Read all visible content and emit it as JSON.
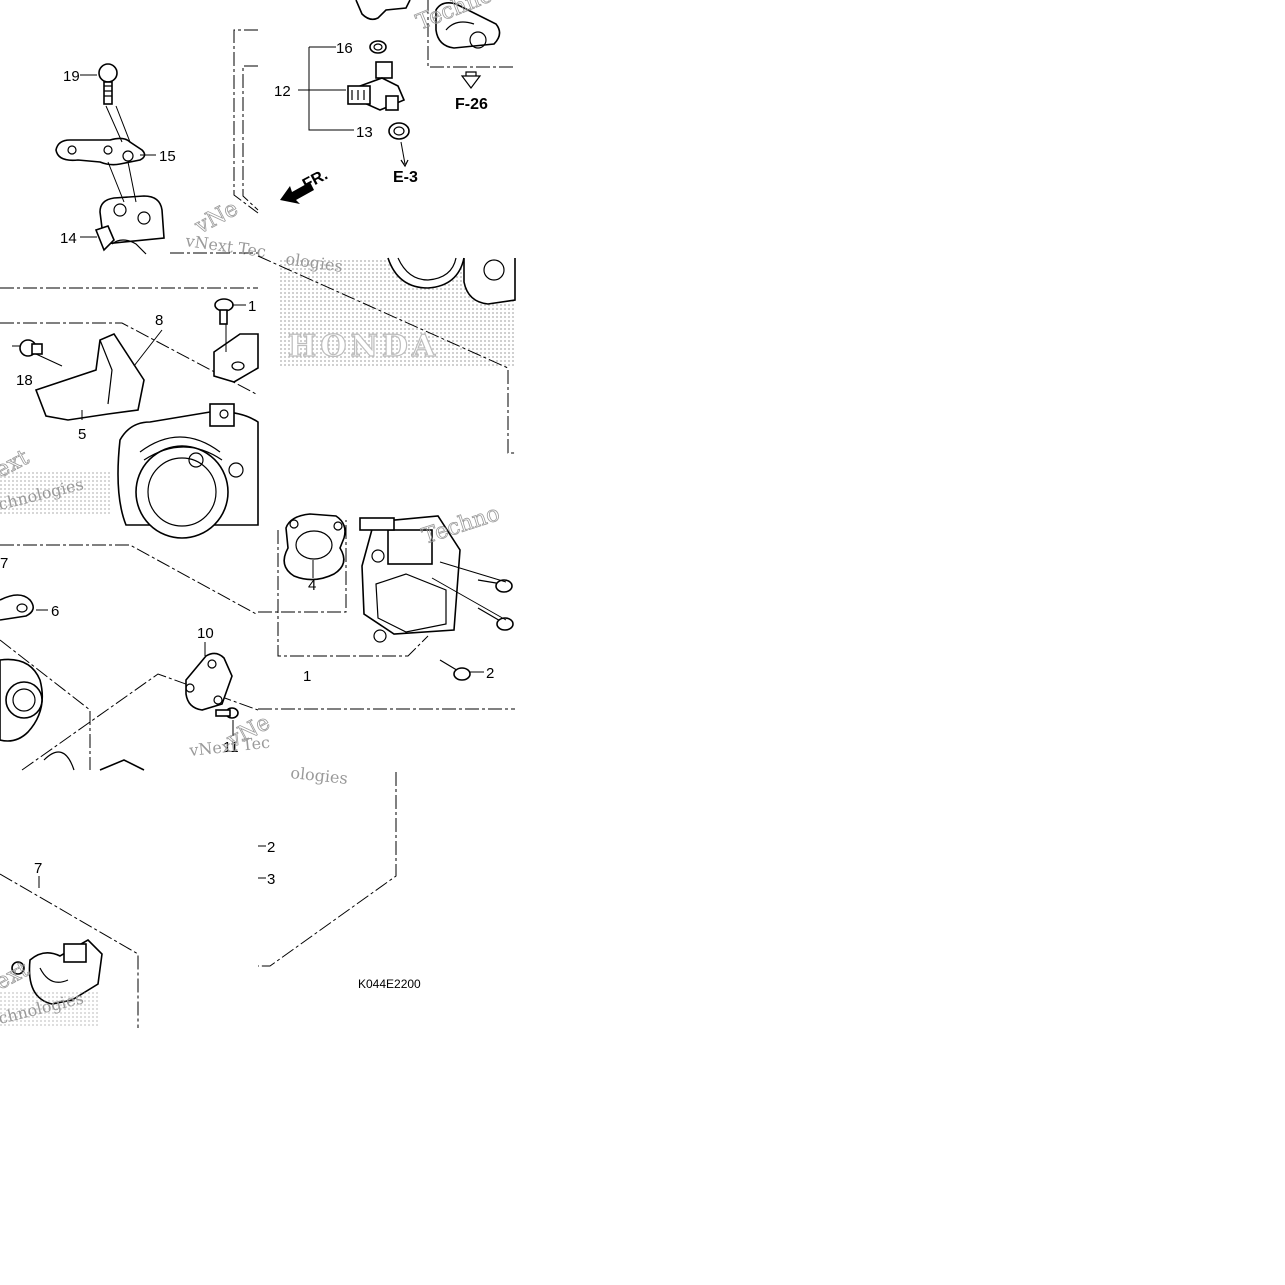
{
  "diagram": {
    "drawing_code": "K044E2200",
    "direction_label": "FR.",
    "references": {
      "f26": "F-26",
      "e3": "E-3"
    },
    "watermark": {
      "line1": "vNext",
      "line2": "Technologies",
      "full": "vNext Technologies",
      "frag_ologies": "ologies",
      "frag_echno": "Techno",
      "frag_tec": "vNext Tec",
      "frag_ext": "ext",
      "frag_chnologies": "chnologies",
      "frag_ne": "vNe"
    },
    "logo_text": "HONDA",
    "callouts": {
      "n1": "1",
      "n2": "2",
      "n3": "3",
      "n4": "4",
      "n5": "5",
      "n6": "6",
      "n7": "7",
      "n8": "8",
      "n10": "10",
      "n11": "11",
      "n12": "12",
      "n13": "13",
      "n14": "14",
      "n15": "15",
      "n16": "16",
      "n18": "18",
      "n19": "19"
    }
  }
}
